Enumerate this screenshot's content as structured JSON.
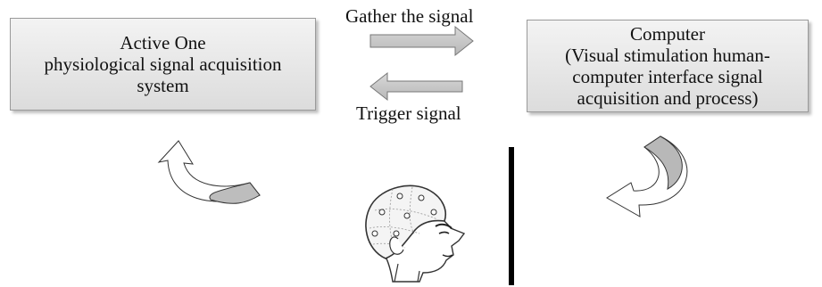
{
  "acquisition_box": {
    "lines": [
      "Active One",
      "physiological signal acquisition",
      "system"
    ]
  },
  "computer_box": {
    "lines": [
      "Computer",
      "(Visual stimulation human-",
      "computer interface signal",
      "acquisition and process)"
    ]
  },
  "arrows": {
    "forward_label": "Gather the signal",
    "backward_label": "Trigger signal"
  },
  "colors": {
    "box_fill": "#e6e6e6",
    "arrow_fill": "#c8c8c8",
    "outline": "#555555",
    "divider": "#000000"
  },
  "icons": [
    "curved-arrow-up-icon",
    "curved-arrow-down-icon",
    "eeg-cap-head-icon"
  ]
}
